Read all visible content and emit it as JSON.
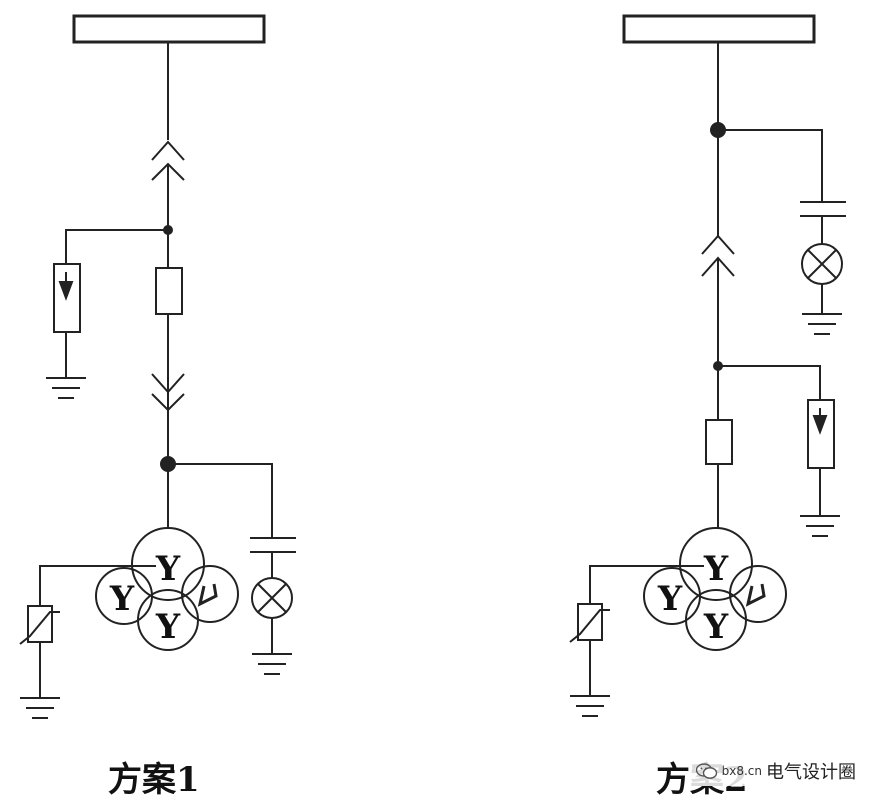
{
  "diagram": {
    "left_label": "方案1",
    "right_label": "方案2",
    "pt_winding_symbols": [
      "Y",
      "Y",
      "Y"
    ]
  },
  "watermark": {
    "site": "bx8.cn",
    "account": "电气设计圈",
    "icon": "wechat-icon"
  },
  "colors": {
    "line": "#222222",
    "background": "#ffffff"
  }
}
